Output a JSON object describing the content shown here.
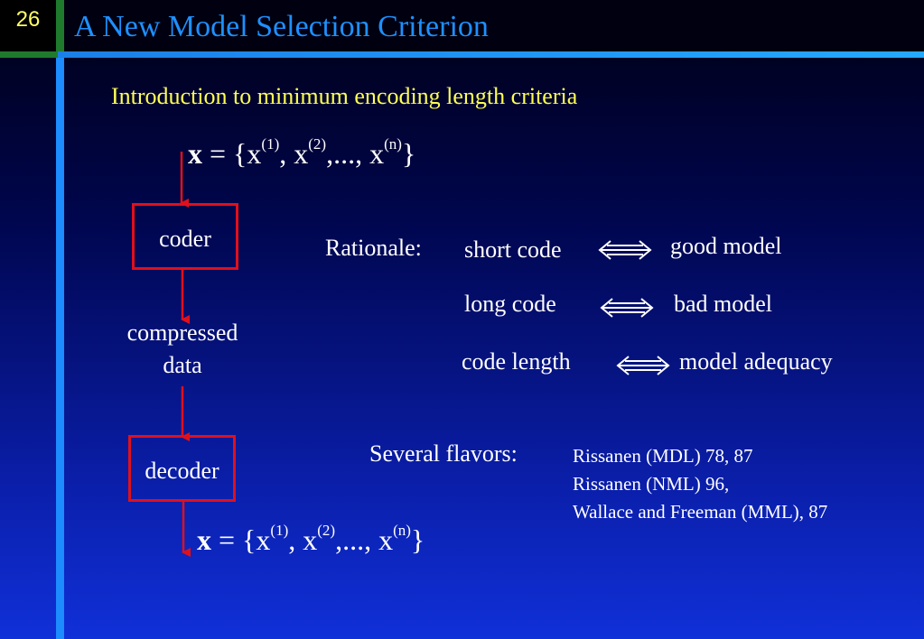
{
  "slide": {
    "number": "26",
    "title": "A New Model Selection Criterion"
  },
  "subtitle": "Introduction to minimum encoding length criteria",
  "formula": {
    "bold_x": "x",
    "equals": " = {",
    "x": "x",
    "sup1": "(1)",
    "sep1": ", x",
    "sup2": "(2)",
    "sep2": ",..., x",
    "supn": "(n)",
    "close": "}"
  },
  "diagram": {
    "coder": "coder",
    "compressed_line1": "compressed",
    "compressed_line2": "data",
    "decoder": "decoder"
  },
  "rationale": {
    "label": "Rationale:",
    "rows": [
      {
        "left": "short code",
        "right": "good  model"
      },
      {
        "left": "long code",
        "right": "bad model"
      },
      {
        "left": "code  length",
        "right": "model  adequacy"
      }
    ]
  },
  "flavors": {
    "label": "Several flavors:",
    "items": [
      "Rissanen (MDL) 78, 87",
      "Rissanen (NML) 96,",
      "Wallace and Freeman (MML),  87"
    ]
  },
  "colors": {
    "title": "#1e90ff",
    "subtitle": "#ffff55",
    "slide_number": "#ffff66",
    "box_border": "#e0101a",
    "arrow": "#e0101a"
  }
}
